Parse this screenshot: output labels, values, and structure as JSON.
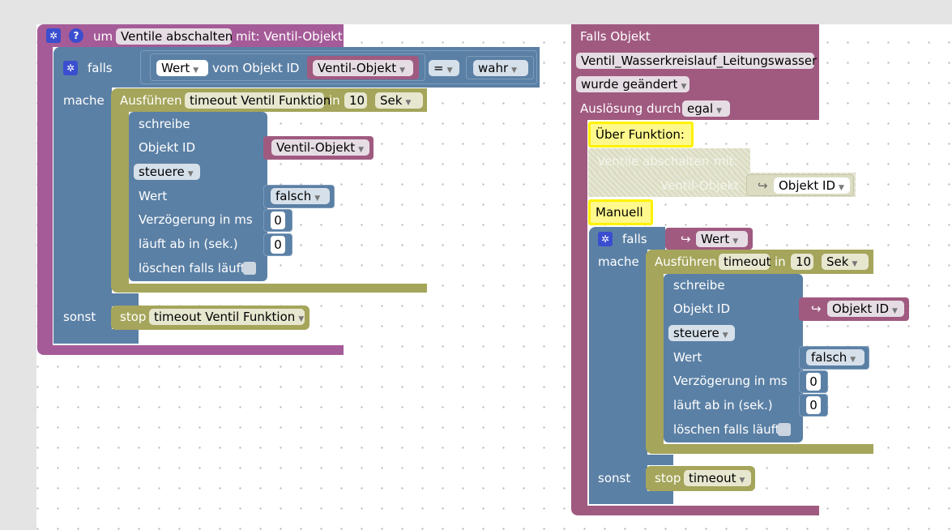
{
  "function_block": {
    "prefix": "um",
    "name": "Ventile abschalten",
    "params": "mit: Ventil-Objekt",
    "if_label": "falls",
    "do_label": "mache",
    "else_label": "sonst",
    "condition": {
      "value_dd": "Wert",
      "of_object_label": "vom Objekt ID",
      "object_dd": "Ventil-Objekt",
      "operator_dd": "=",
      "compare_dd": "wahr"
    },
    "timeout": {
      "run_label": "Ausführen",
      "name": "timeout Ventil Funktion",
      "in_label": "in",
      "duration": "10",
      "unit_dd": "Sek"
    },
    "write": {
      "title": "schreibe",
      "object_id_label": "Objekt ID",
      "object_dd": "Ventil-Objekt",
      "mode_dd": "steuere",
      "value_label": "Wert",
      "value_dd": "falsch",
      "delay_label": "Verzögerung in ms",
      "delay": "0",
      "expire_label": "läuft ab in (sek.)",
      "expire": "0",
      "clear_label": "löschen falls läuft"
    },
    "stop": {
      "label": "stop",
      "target_dd": "timeout Ventil Funktion"
    }
  },
  "trigger_block": {
    "title": "Falls Objekt",
    "object": "Ventil_Wasserkreislauf_Leitungswasser",
    "event_dd": "wurde geändert",
    "trigger_label": "Auslösung durch",
    "trigger_dd": "egal",
    "comment_function": "Über Funktion:",
    "call_name": "Ventile abschalten",
    "call_params": "mit:",
    "call_arg_label": "Ventil-Objekt",
    "call_arg_dd": "Objekt ID",
    "comment_manual": "Manuell",
    "if_label": "falls",
    "if_dd": "Wert",
    "do_label": "mache",
    "else_label": "sonst",
    "timeout": {
      "run_label": "Ausführen",
      "name": "timeout",
      "in_label": "in",
      "duration": "10",
      "unit_dd": "Sek"
    },
    "write": {
      "title": "schreibe",
      "object_id_label": "Objekt ID",
      "object_dd": "Objekt ID",
      "mode_dd": "steuere",
      "value_label": "Wert",
      "value_dd": "falsch",
      "delay_label": "Verzögerung in ms",
      "delay": "0",
      "expire_label": "läuft ab in (sek.)",
      "expire": "0",
      "clear_label": "löschen falls läuft"
    },
    "stop": {
      "label": "stop",
      "target_dd": "timeout"
    }
  },
  "icons": {
    "gear": "gear-icon",
    "help": "help-icon",
    "dropdown": "dropdown-arrow-icon",
    "variable": "variable-getter-icon"
  },
  "colors": {
    "procedure": "#a55b98",
    "trigger": "#a05a80",
    "logic": "#5b80a5",
    "timeouts": "#a5a55b",
    "comment": "#fff200"
  }
}
